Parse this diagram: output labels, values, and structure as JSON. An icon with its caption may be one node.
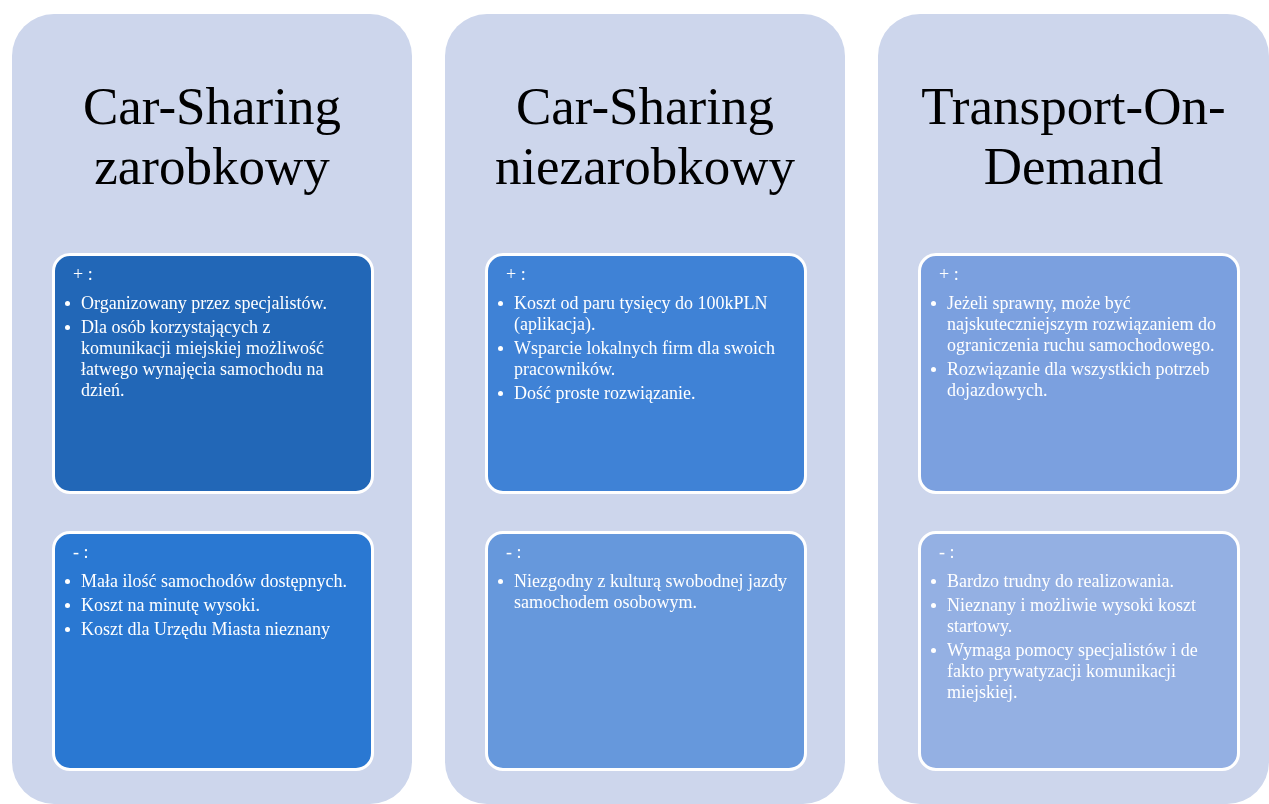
{
  "diagram": {
    "nodes": [
      {
        "text": [
          "Car-Sharing zarobkowy"
        ]
      },
      {
        "text": [
          "+ :",
          "Organizowany przez specjalistów.",
          "Dla osób korzystających z komunikacji miejskiej możliwość łatwego wynajęcia samochodu na dzień."
        ],
        "in": 0
      },
      {
        "text": [
          "- :",
          "Mała ilość samochodów dostępnych.",
          "Koszt na minutę wysoki.",
          "Koszt dla Urzędu Miasta nieznany"
        ],
        "in": 0
      },
      {
        "text": [
          "Car-Sharing niezarobkowy"
        ]
      },
      {
        "text": [
          "+ :",
          "Koszt od paru tysięcy do 100kPLN (aplikacja).",
          "Wsparcie lokalnych firm dla swoich pracowników.",
          "Dość proste rozwiązanie."
        ],
        "in": 3
      },
      {
        "text": [
          "- :",
          "Niezgodny z kulturą swobodnej jazdy samochodem osobowym."
        ],
        "in": 3
      },
      {
        "text": [
          "Transport-On-Demand"
        ]
      },
      {
        "text": [
          "+ :",
          "Jeżeli sprawny, może być najskuteczniejszym rozwiązaniem do ograniczenia ruchu samochodowego.",
          "Rozwiązanie dla wszystkich potrzeb dojazdowych."
        ],
        "in": 6
      },
      {
        "text": [
          "- :",
          "Bardzo trudny do realizowania.",
          "Nieznany i możliwie wysoki koszt startowy.",
          "Wymaga pomocy specjalistów i de fakto prywatyzacji komunikacji miejskiej."
        ],
        "in": 6
      }
    ]
  }
}
